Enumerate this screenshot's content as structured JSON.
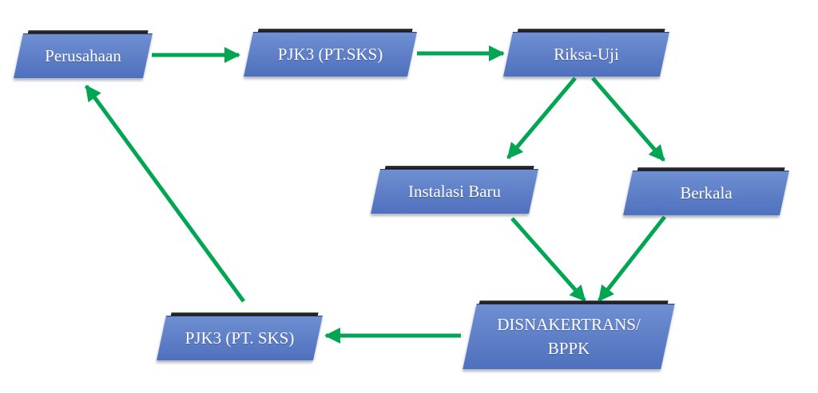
{
  "diagram": {
    "arrow_color": "#00a651",
    "node_color": "#5b7cc6",
    "nodes": {
      "perusahaan": "Perusahaan",
      "pjk3_top": "PJK3 (PT.SKS)",
      "riksa_uji": "Riksa-Uji",
      "instalasi_baru": "Instalasi Baru",
      "berkala": "Berkala",
      "disnaker_line1": "DISNAKERTRANS/",
      "disnaker_line2": "BPPK",
      "pjk3_bottom": "PJK3 (PT. SKS)"
    },
    "edges": [
      {
        "from": "Perusahaan",
        "to": "PJK3 (PT.SKS)"
      },
      {
        "from": "PJK3 (PT.SKS)",
        "to": "Riksa-Uji"
      },
      {
        "from": "Riksa-Uji",
        "to": "Instalasi Baru"
      },
      {
        "from": "Riksa-Uji",
        "to": "Berkala"
      },
      {
        "from": "Instalasi Baru",
        "to": "DISNAKERTRANS/BPPK"
      },
      {
        "from": "Berkala",
        "to": "DISNAKERTRANS/BPPK"
      },
      {
        "from": "DISNAKERTRANS/BPPK",
        "to": "PJK3 (PT. SKS)"
      },
      {
        "from": "PJK3 (PT. SKS)",
        "to": "Perusahaan"
      }
    ]
  }
}
